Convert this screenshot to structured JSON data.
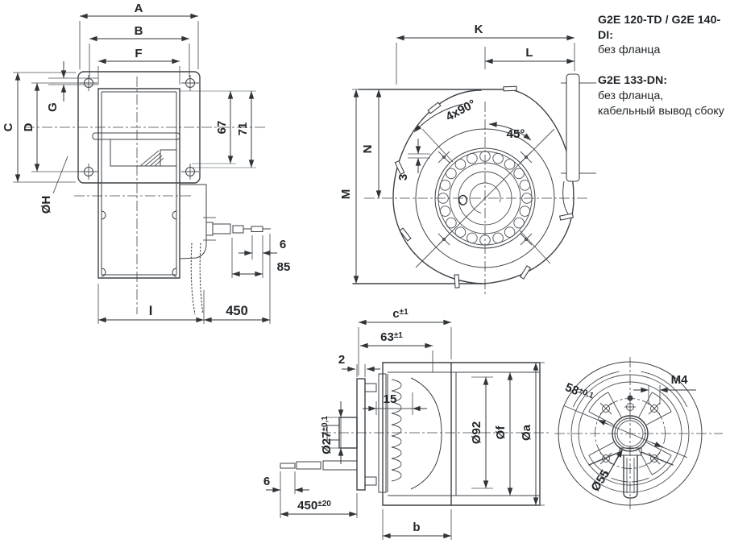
{
  "colors": {
    "line": "#3d4247",
    "dim": "#2f3439",
    "text": "#1f2428",
    "ext_gray": "#9aa0a6",
    "background": "#ffffff"
  },
  "notes": {
    "t1": "G2E 120-TD / G2E 140-DI:",
    "b1": "без фланца",
    "t2": "G2E 133-DN:",
    "b2a": "без фланца,",
    "b2b": "кабельный вывод сбоку"
  },
  "front": {
    "A": "A",
    "B": "B",
    "F": "F",
    "C": "C",
    "D": "D",
    "G": "G",
    "OH": "ØH",
    "d67": "67",
    "d71": "71",
    "d6": "6",
    "d85": "85",
    "I": "I",
    "d450": "450"
  },
  "scroll": {
    "K": "K",
    "L": "L",
    "M": "M",
    "N": "N",
    "a490": "4x90°",
    "a45": "45°",
    "d3": "3",
    "O": "O"
  },
  "side": {
    "c": "c",
    "c_tol": "±1",
    "d63": "63",
    "d63_tol": "±1",
    "d2": "2",
    "d15": "15",
    "o27": "Ø27",
    "o27_tol": "±0,1",
    "o92": "Ø92",
    "of": "Øf",
    "oa": "Øa",
    "b": "b",
    "d6": "6",
    "d450": "450",
    "d450_tol": "±20"
  },
  "rear": {
    "m4": "M4",
    "d58": "58",
    "d58_tol": "±0,1",
    "o55": "Ø55"
  }
}
